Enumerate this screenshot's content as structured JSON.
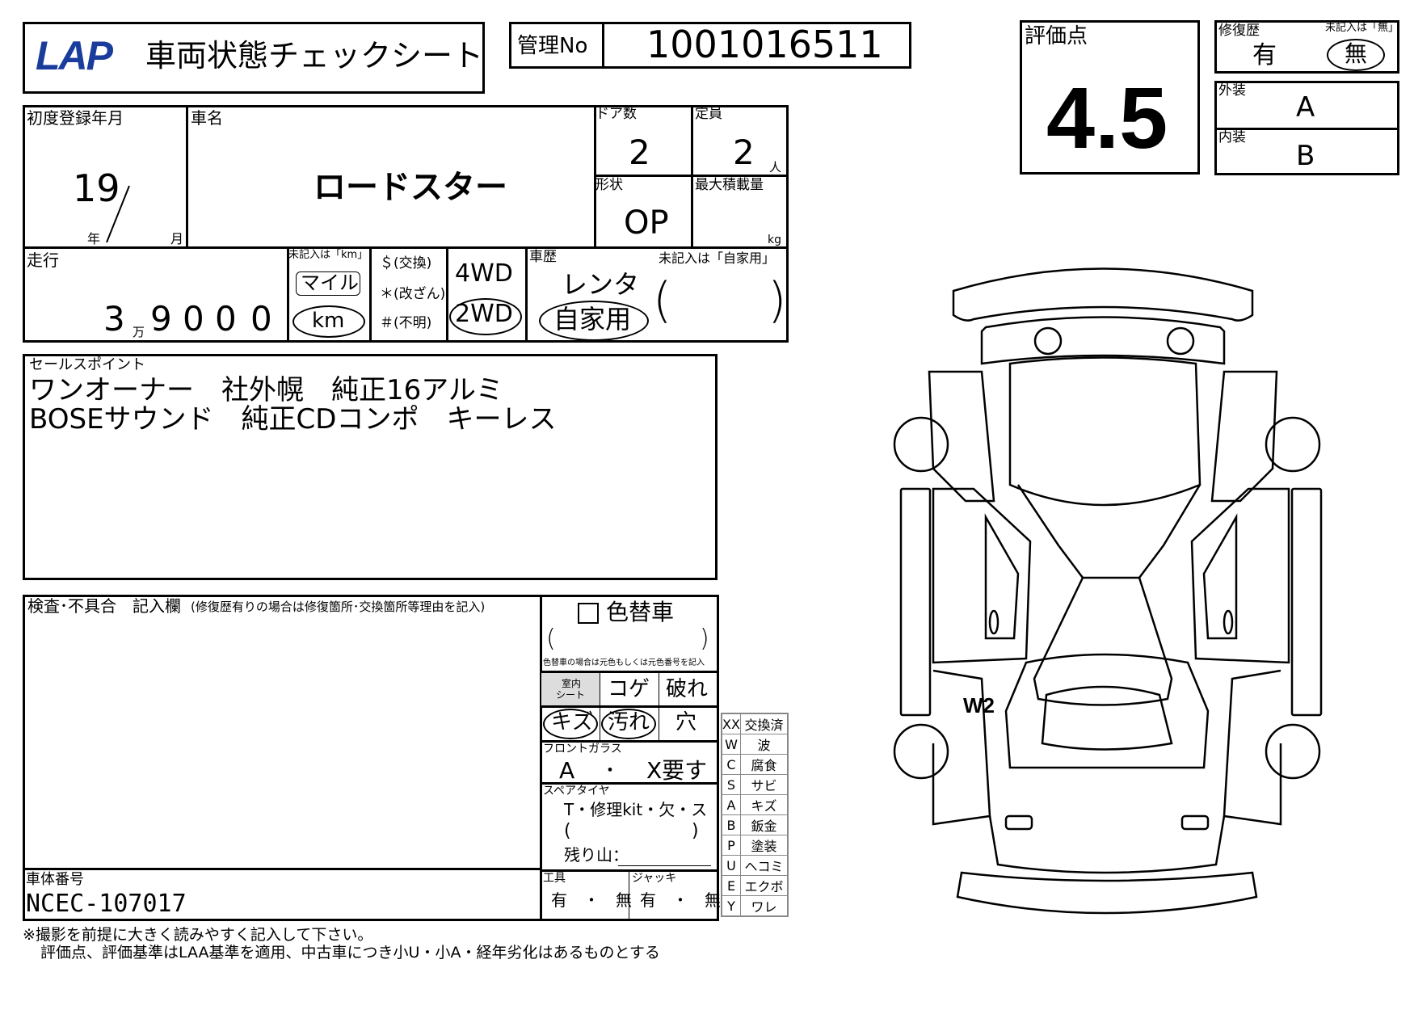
{
  "header": {
    "logo": "LAP",
    "title": "車両状態チェックシート",
    "kanri_label": "管理No",
    "kanri_value": "1001016511"
  },
  "score": {
    "label": "評価点",
    "value": "4.5",
    "repair_label": "修復歴",
    "repair_note": "未記入は「無」",
    "repair_yes": "有",
    "repair_no": "無",
    "exterior_label": "外装",
    "exterior_value": "A",
    "interior_label": "内装",
    "interior_value": "B"
  },
  "vehicle": {
    "reg_label": "初度登録年月",
    "reg_year": "19",
    "year_unit": "年",
    "month_unit": "月",
    "name_label": "車名",
    "name_value": "ロードスター",
    "doors_label": "ドア数",
    "doors_value": "2",
    "capacity_label": "定員",
    "capacity_value": "2",
    "capacity_unit": "人",
    "shape_label": "形状",
    "shape_value": "OP",
    "load_label": "最大積載量",
    "load_unit": "kg"
  },
  "mileage": {
    "label": "走行",
    "d1": "3",
    "man": "万",
    "d2": "9",
    "d3": "0",
    "d4": "0",
    "d5": "0",
    "unit_note": "未記入は「km」",
    "mile": "マイル",
    "km": "km",
    "exchange": "＄(交換)",
    "tamper": "＊(改ざん)",
    "unknown": "＃(不明)",
    "drive_4wd": "4WD",
    "drive_2wd": "2WD",
    "history_label": "車歴",
    "history_note": "未記入は「自家用」",
    "rental": "レンタ",
    "private": "自家用",
    "paren_open": "(",
    "paren_close": ")"
  },
  "sales": {
    "label": "セールスポイント",
    "line1": "ワンオーナー　社外幌　純正16アルミ",
    "line2": "BOSEサウンド　純正CDコンポ　キーレス"
  },
  "inspection": {
    "label": "検査･不具合　記入欄",
    "note": "(修復歴有りの場合は修復箇所･交換箇所等理由を記入)",
    "color_change": "色替車",
    "color_note": "色替車の場合は元色もしくは元色番号を記入",
    "seat_label_1": "室内",
    "seat_label_2": "シート",
    "koge": "コゲ",
    "yabure": "破れ",
    "kizu": "キズ",
    "yogore": "汚れ",
    "ana": "穴",
    "glass_label": "フロントガラス",
    "glass_a": "A",
    "glass_dot": "･",
    "glass_x": "X要す",
    "spare_label": "スペアタイヤ",
    "spare_opts": "T・修理kit・欠・ス",
    "zan": "残り山：",
    "tools_label": "工具",
    "jack_label": "ジャッキ",
    "yes_no": "有　・　無"
  },
  "chassis": {
    "label": "車体番号",
    "value": "NCEC-107017"
  },
  "footer": {
    "line1": "※撮影を前提に大きく読みやすく記入して下さい。",
    "line2": "評価点、評価基準はLAA基準を適用、中古車につき小U・小A・経年劣化はあるものとする"
  },
  "legend": [
    {
      "code": "XX",
      "text": "交換済"
    },
    {
      "code": "W",
      "text": "波"
    },
    {
      "code": "C",
      "text": "腐食"
    },
    {
      "code": "S",
      "text": "サビ"
    },
    {
      "code": "A",
      "text": "キズ"
    },
    {
      "code": "B",
      "text": "鈑金"
    },
    {
      "code": "P",
      "text": "塗装"
    },
    {
      "code": "U",
      "text": "ヘコミ"
    },
    {
      "code": "E",
      "text": "エクボ"
    },
    {
      "code": "Y",
      "text": "ワレ"
    }
  ],
  "diagram": {
    "mark": "W2"
  }
}
